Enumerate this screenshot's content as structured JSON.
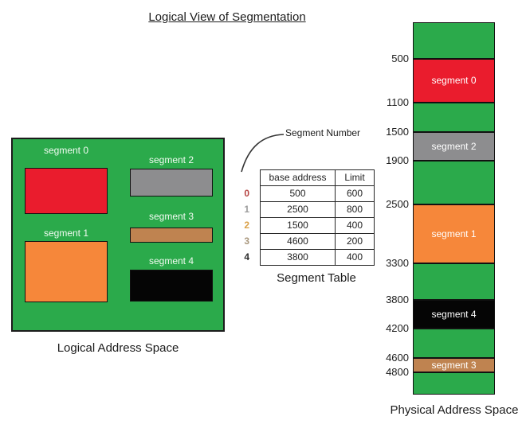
{
  "title": "Logical View of Segmentation",
  "colors": {
    "green": "#2baa4b",
    "red": "#ea1c2d",
    "orange": "#f6873a",
    "gray": "#8d8d8f",
    "brown": "#bf8350",
    "black": "#050505"
  },
  "logical": {
    "caption": "Logical Address Space",
    "segments": [
      {
        "label": "segment 0",
        "color": "red"
      },
      {
        "label": "segment 1",
        "color": "orange"
      },
      {
        "label": "segment 2",
        "color": "gray"
      },
      {
        "label": "segment 3",
        "color": "brown"
      },
      {
        "label": "segment 4",
        "color": "black"
      }
    ]
  },
  "segment_table": {
    "caption": "Segment Table",
    "pointer_label": "Segment Number",
    "columns": [
      "base address",
      "Limit"
    ],
    "rows": [
      {
        "index": "0",
        "index_color": "#b64543",
        "base": "500",
        "limit": "600"
      },
      {
        "index": "1",
        "index_color": "#9c9c9c",
        "base": "2500",
        "limit": "800"
      },
      {
        "index": "2",
        "index_color": "#daa148",
        "base": "1500",
        "limit": "400"
      },
      {
        "index": "3",
        "index_color": "#a9977d",
        "base": "4600",
        "limit": "200"
      },
      {
        "index": "4",
        "index_color": "#2b2b2b",
        "base": "3800",
        "limit": "400"
      }
    ]
  },
  "physical": {
    "caption": "Physical Address Space",
    "address_max": 5100,
    "blocks": [
      {
        "start": 0,
        "end": 500,
        "color": "green",
        "label": ""
      },
      {
        "start": 500,
        "end": 1100,
        "color": "red",
        "label": "segment 0"
      },
      {
        "start": 1100,
        "end": 1500,
        "color": "green",
        "label": ""
      },
      {
        "start": 1500,
        "end": 1900,
        "color": "gray",
        "label": "segment 2"
      },
      {
        "start": 1900,
        "end": 2500,
        "color": "green",
        "label": ""
      },
      {
        "start": 2500,
        "end": 3300,
        "color": "orange",
        "label": "segment 1"
      },
      {
        "start": 3300,
        "end": 3800,
        "color": "green",
        "label": ""
      },
      {
        "start": 3800,
        "end": 4200,
        "color": "black",
        "label": "segment 4"
      },
      {
        "start": 4200,
        "end": 4600,
        "color": "green",
        "label": ""
      },
      {
        "start": 4600,
        "end": 4800,
        "color": "brown",
        "label": "segment 3"
      },
      {
        "start": 4800,
        "end": 5100,
        "color": "green",
        "label": ""
      }
    ],
    "boundary_labels": [
      "500",
      "1100",
      "1500",
      "1900",
      "2500",
      "3300",
      "3800",
      "4200",
      "4600",
      "4800"
    ]
  }
}
